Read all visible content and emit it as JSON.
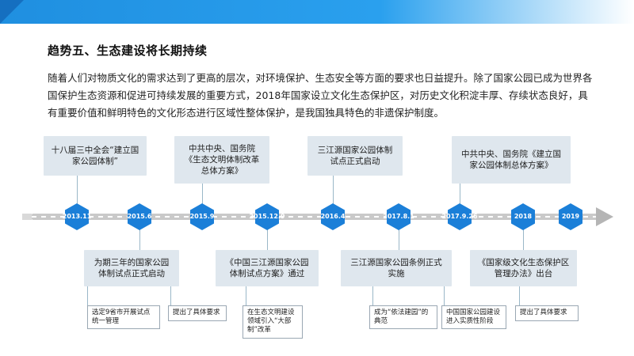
{
  "heading": "趋势五、生态建设将长期持续",
  "paragraph": "随着人们对物质文化的需求达到了更高的层次，对环境保护、生态安全等方面的要求也日益提升。除了国家公园已成为世界各国保护生态资源和促进可持续发展的重要方式，2018年国家设立文化生态保护区，对历史文化积淀丰厚、存续状态良好，具有重要价值和鲜明特色的文化形态进行区域性整体保护，是我国独具特色的非遗保护制度。",
  "timeline": {
    "nodes": [
      {
        "label": "2013.11"
      },
      {
        "label": "2015.6"
      },
      {
        "label": "2015.9"
      },
      {
        "label": "2015.12.9"
      },
      {
        "label": "2016.4"
      },
      {
        "label": "2017.8.1"
      },
      {
        "label": "2017.9.26"
      },
      {
        "label": "2018"
      },
      {
        "label": "2019"
      }
    ],
    "upper_events": [
      {
        "text": "十八届三中全会“建立国家公园体制”"
      },
      {
        "text": "中共中央、国务院《生态文明体制改革总体方案》"
      },
      {
        "text": "三江源国家公园体制试点正式启动"
      },
      {
        "text": "中共中央、国务院《建立国家公园体制总体方案》"
      }
    ],
    "lower_events": [
      {
        "text": "为期三年的国家公园体制试点正式启动"
      },
      {
        "text": "《中国三江源国家公园体制试点方案》通过"
      },
      {
        "text": "三江源国家公园条例正式实施"
      },
      {
        "text": "《国家级文化生态保护区管理办法》出台"
      }
    ],
    "details": [
      {
        "text": "选定9省市开展试点统一管理"
      },
      {
        "text": "提出了具体要求"
      },
      {
        "text": "在生态文明建设领域引入“大部制”改革"
      },
      {
        "text": "成为“依法建园”的典范"
      },
      {
        "text": "中国国家公园建设进入实质性阶段"
      },
      {
        "text": "提出了具体要求"
      }
    ]
  },
  "colors": {
    "header_blue": "#1f8fe0",
    "hex_blue": "#1b7fd8",
    "event_box": "#dfe7ee",
    "axis_gray": "#c9c9c9"
  }
}
